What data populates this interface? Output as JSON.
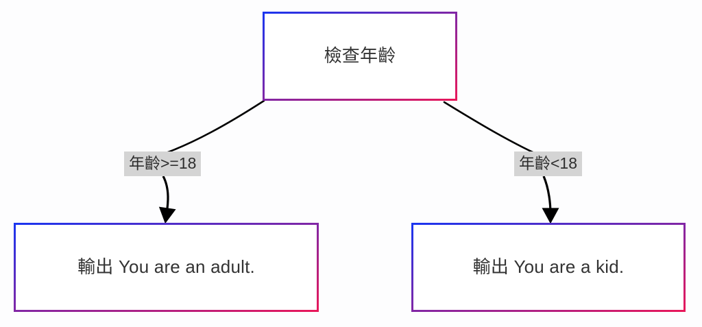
{
  "diagram": {
    "type": "flowchart",
    "orientation": "top-down",
    "background_color": "#fdfdfe",
    "text_color": "#333333",
    "gradient_start_color": "#1a35f0",
    "gradient_end_color": "#e8185a",
    "edge_color": "#000000",
    "label_background_color": "#d4d4d4",
    "nodes": [
      {
        "id": "check",
        "label": "檢查年齡",
        "shape": "rectangle"
      },
      {
        "id": "adult",
        "label": "輸出 You are an adult.",
        "shape": "rectangle"
      },
      {
        "id": "kid",
        "label": "輸出 You are a kid.",
        "shape": "rectangle"
      }
    ],
    "edges": [
      {
        "from": "check",
        "to": "adult",
        "label": "年齡>=18",
        "arrow": "solid-triangle"
      },
      {
        "from": "check",
        "to": "kid",
        "label": "年齡<18",
        "arrow": "solid-triangle"
      }
    ]
  }
}
